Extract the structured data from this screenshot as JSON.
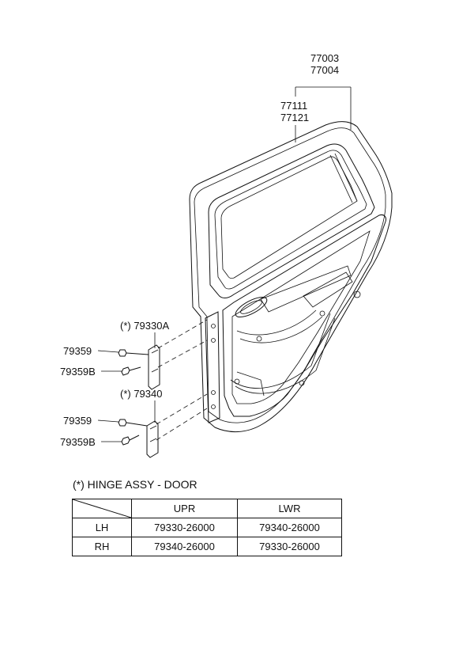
{
  "callouts": {
    "door_assy_lh": "77003",
    "door_assy_rh": "77004",
    "panel_lh": "77111",
    "panel_rh": "77121",
    "hinge_upper": "(*) 79330A",
    "hinge_lower": "(*) 79340",
    "bolt_upper_1": "79359",
    "bolt_upper_2": "79359B",
    "bolt_lower_1": "79359",
    "bolt_lower_2": "79359B"
  },
  "note": "(*) HINGE ASSY - DOOR",
  "table": {
    "headers": [
      "",
      "UPR",
      "LWR"
    ],
    "rows": [
      [
        "LH",
        "79330-26000",
        "79340-26000"
      ],
      [
        "RH",
        "79340-26000",
        "79330-26000"
      ]
    ]
  }
}
